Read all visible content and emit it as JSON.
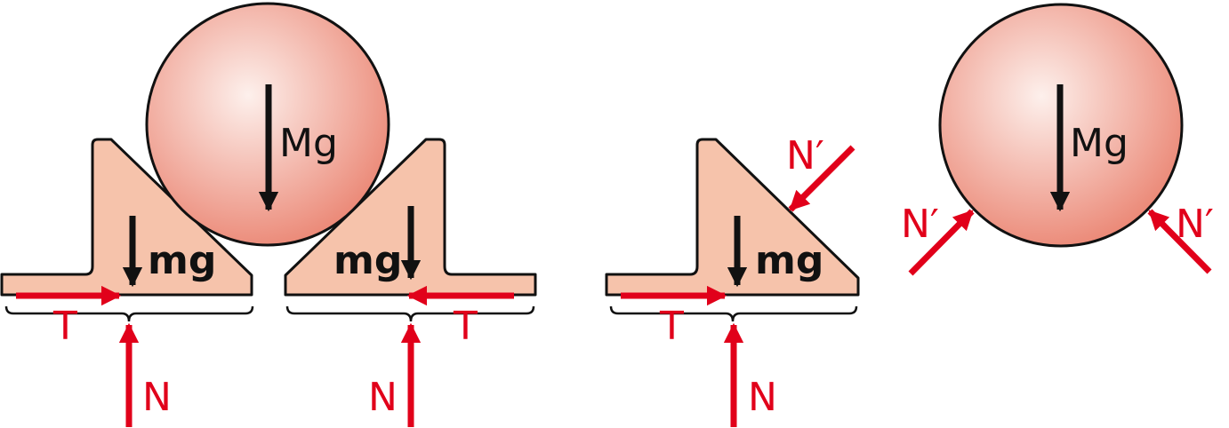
{
  "colors": {
    "force_red": "#e1001a",
    "block_fill": "#f6c3ab",
    "ball_center": "#fdf0ec",
    "ball_edge": "#eb8876",
    "outline": "#111111"
  },
  "labels": {
    "ball_weight": "Mg",
    "block_weight": "mg",
    "friction": "T",
    "normal": "N",
    "contact_normal": "N′"
  }
}
